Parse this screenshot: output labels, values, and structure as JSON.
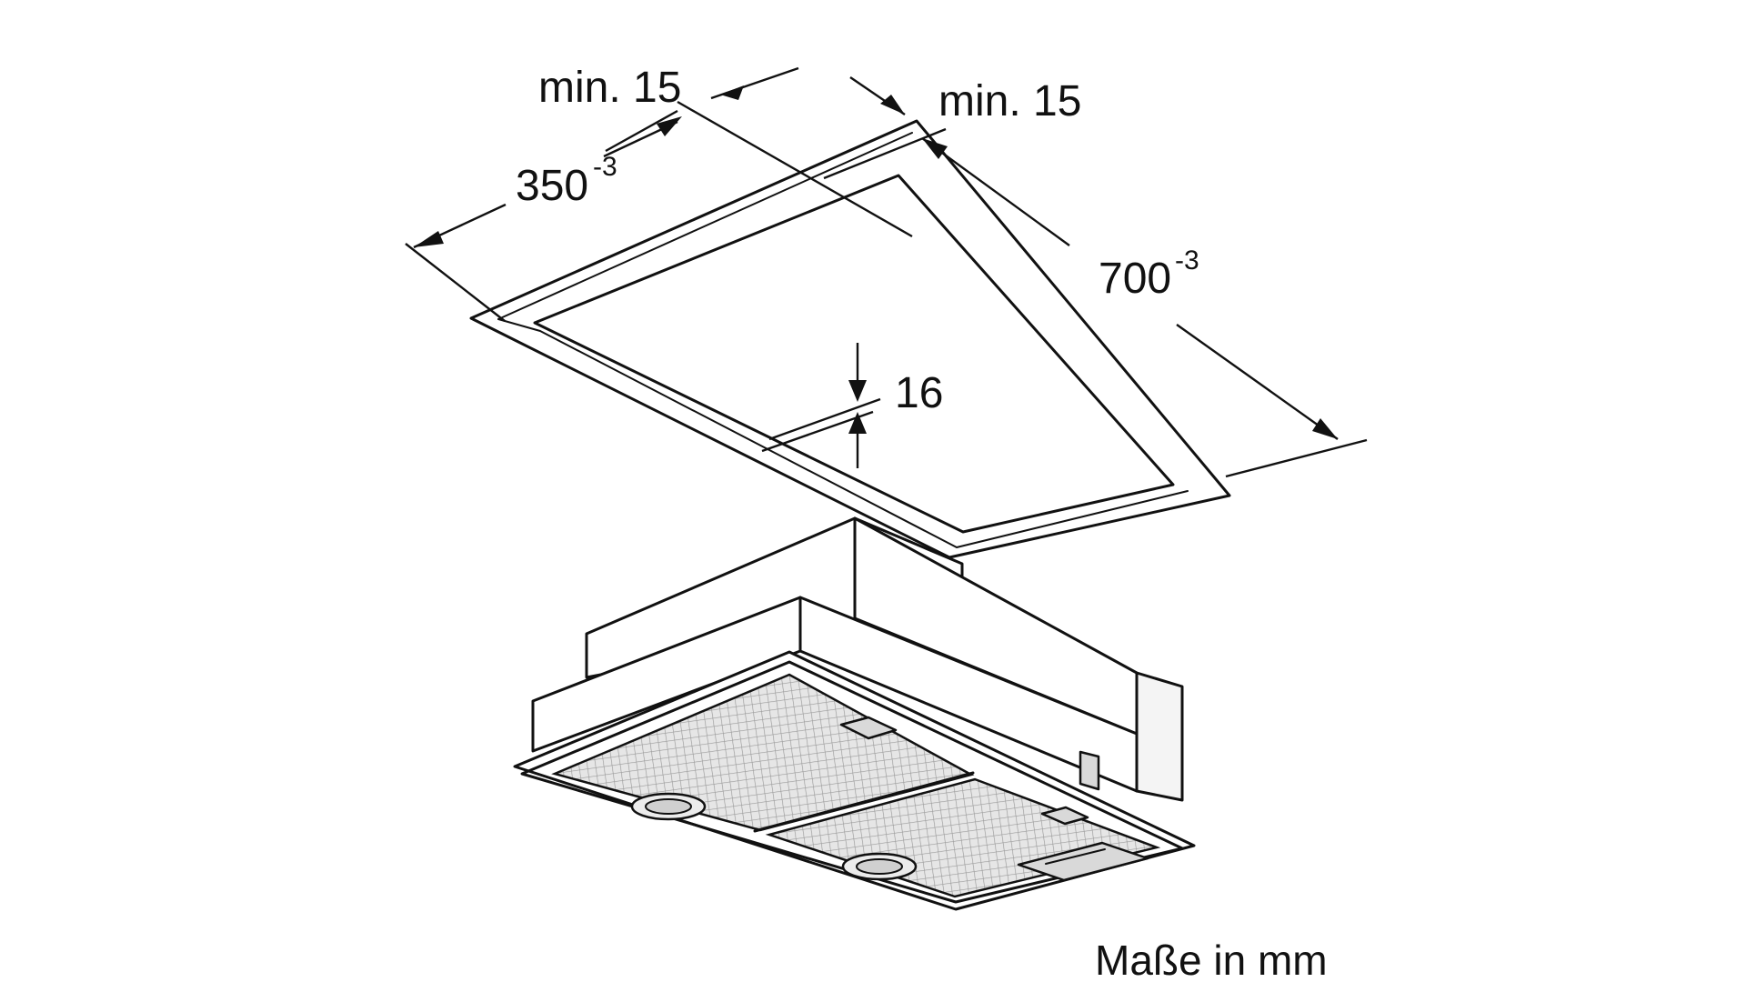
{
  "labels": {
    "min_gap_left": "min. 15",
    "min_gap_right": "min. 15",
    "depth_value": "350",
    "depth_tolerance": "-3",
    "width_value": "700",
    "width_tolerance": "-3",
    "frame_height": "16",
    "units_note": "Maße in mm"
  },
  "colors": {
    "line": "#111111",
    "filter_mesh": "#bfbfbf",
    "background": "#ffffff"
  }
}
